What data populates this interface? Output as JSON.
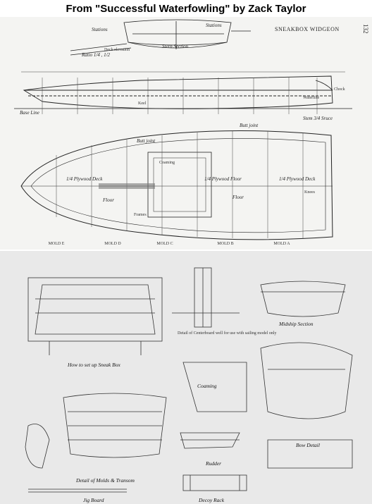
{
  "header": {
    "title": "From \"Successful Waterfowling\" by Zack Taylor"
  },
  "top_plan": {
    "side_title": "SNEAKBOX WIDGEON",
    "page_number": "132",
    "labels": {
      "stations_left": "Stations",
      "stations_right": "Stations",
      "stern_section": "Stern Section",
      "ratio": "Ratio 1/4 , 1/2",
      "deck_elevation": "Deck elevation",
      "waterline": "Waterline",
      "base_line": "Base Line",
      "keel": "Keel",
      "stem": "Stem 3/4 Sruce",
      "chock": "Chock",
      "butt_joint_1": "Butt joint",
      "butt_joint_2": "Butt joint",
      "plywood_deck_left": "1/4 Plywood Deck",
      "plywood_floor": "1/4 Plywood Floor",
      "plywood_deck_right": "1/4 Plywood Deck",
      "coaming": "Coaming",
      "floor_left": "Floor",
      "floor_right": "Floor",
      "frames": "Frames",
      "knees": "Knees",
      "mold_e": "MOLD E",
      "mold_d": "MOLD D",
      "mold_c": "MOLD C",
      "mold_b": "MOLD B",
      "mold_a": "MOLD A"
    }
  },
  "bottom_details": {
    "captions": {
      "set_up": "How to set up Sneak Box",
      "centerboard": "Detail of Centerboard well for use with sailing model only",
      "midship": "Midship Section",
      "molds": "Detail of Molds & Transom",
      "rudder": "Rudder",
      "coaming": "Coaming",
      "bow": "Bow Detail",
      "decoy_rack": "Decoy Rack",
      "jig_board": "Jig Board"
    }
  }
}
